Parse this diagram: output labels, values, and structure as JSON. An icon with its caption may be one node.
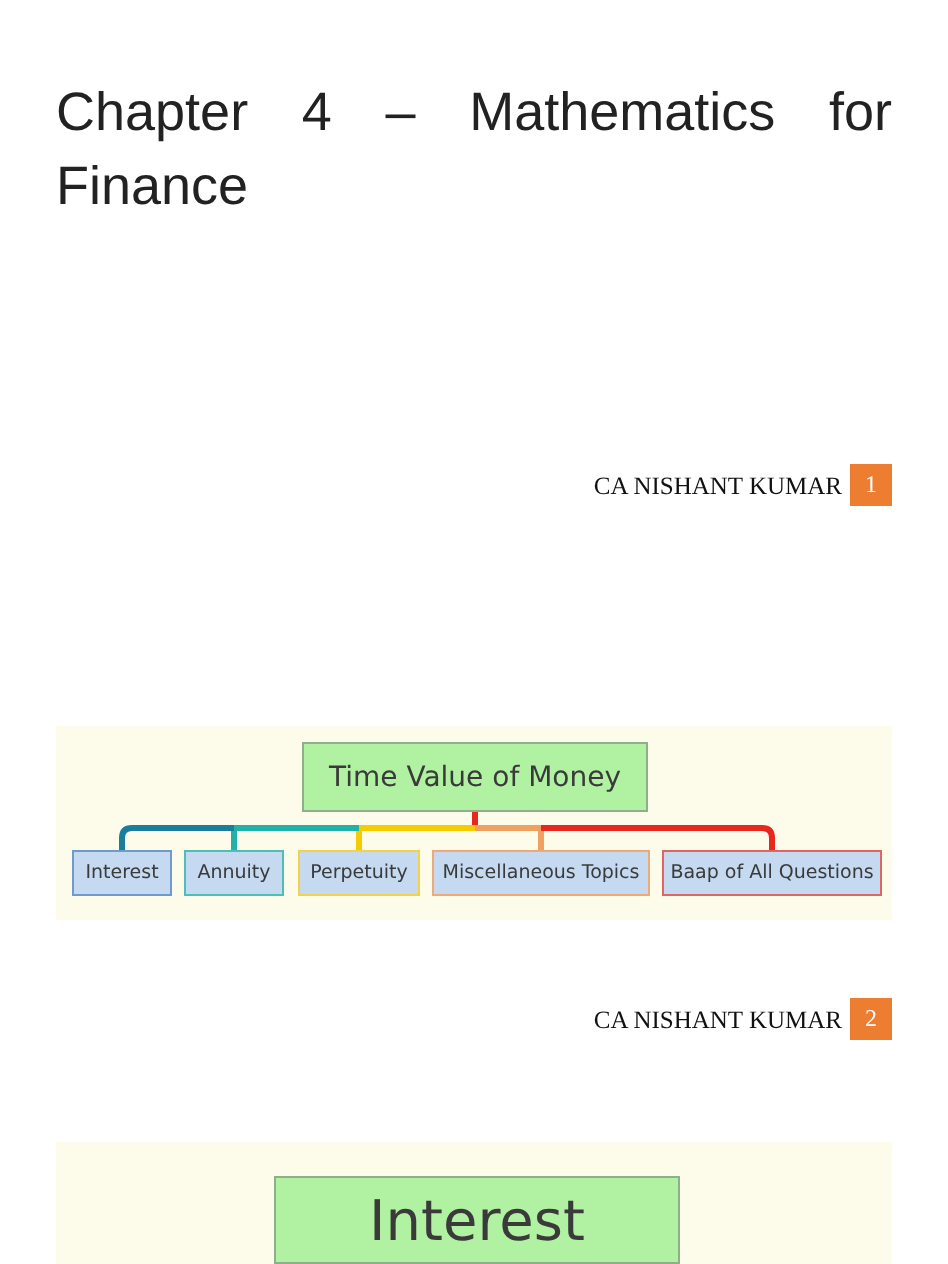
{
  "diagram": {
    "title": "Chapter 4 – Mathematics for Finance",
    "nodes": [
      {
        "text": [
          "Time Value of Money"
        ]
      },
      {
        "text": [
          "Interest"
        ]
      },
      {
        "text": [
          "Annuity"
        ]
      },
      {
        "text": [
          "Perpetuity"
        ]
      },
      {
        "text": [
          "Miscellaneous Topics"
        ]
      },
      {
        "text": [
          "Baap of All Questions"
        ]
      },
      {
        "text": [
          "Interest"
        ]
      }
    ],
    "edges": [
      {
        "from": 0,
        "to": 1,
        "arrow": "none",
        "color": "#1b7d9c"
      },
      {
        "from": 0,
        "to": 2,
        "arrow": "none",
        "color": "#20b2a8"
      },
      {
        "from": 0,
        "to": 3,
        "arrow": "none",
        "color": "#f5cc00"
      },
      {
        "from": 0,
        "to": 4,
        "arrow": "none",
        "color": "#f0a060"
      },
      {
        "from": 0,
        "to": 5,
        "arrow": "none",
        "color": "#e8281e"
      }
    ],
    "labels": [
      "CA NISHANT KUMAR",
      "1",
      "CA NISHANT KUMAR",
      "2"
    ]
  }
}
